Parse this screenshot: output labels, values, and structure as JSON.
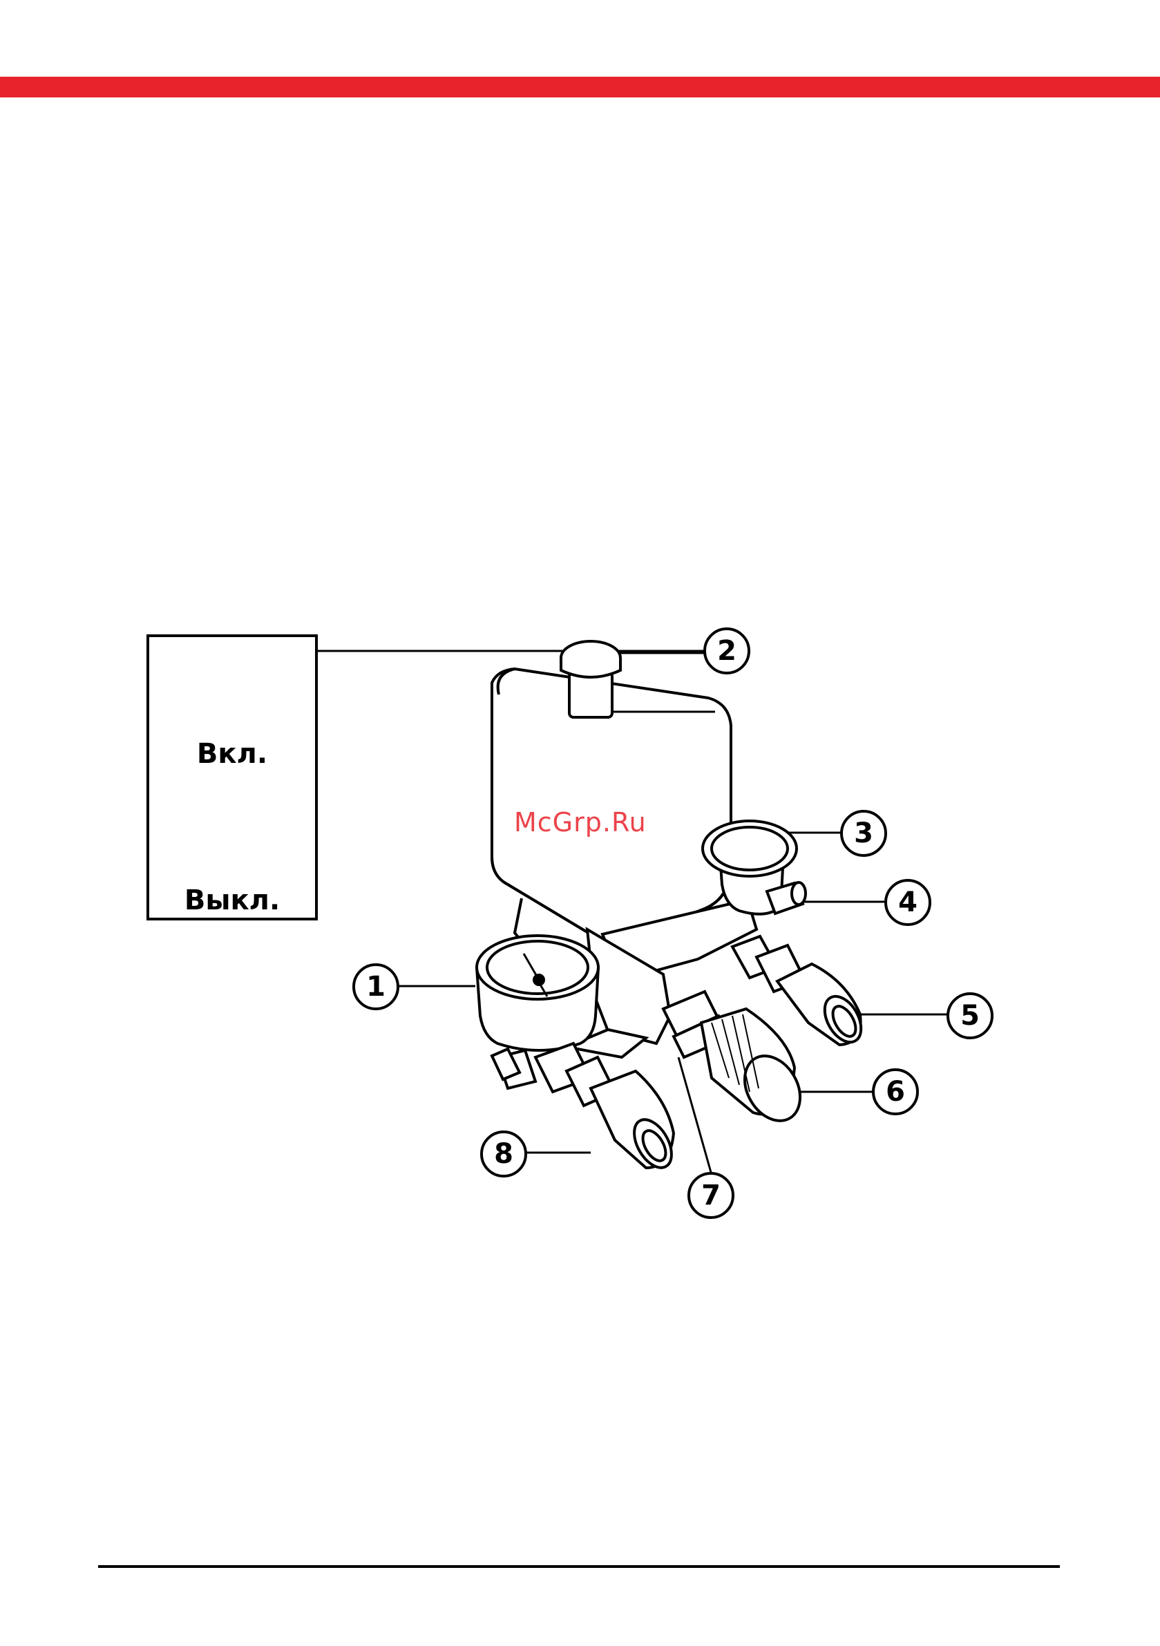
{
  "page": {
    "accent_color": "#e8232b"
  },
  "legend": {
    "on_label": "Вкл.",
    "off_label": "Выкл."
  },
  "callouts": {
    "c1": "1",
    "c2": "2",
    "c3": "3",
    "c4": "4",
    "c5": "5",
    "c6": "6",
    "c7": "7",
    "c8": "8"
  },
  "watermark": "McGrp.Ru"
}
